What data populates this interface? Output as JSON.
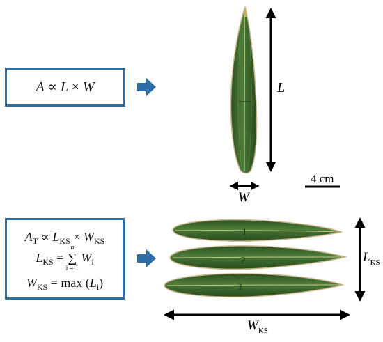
{
  "formula_top": {
    "A": "A",
    "prop": "∝",
    "L": "L",
    "times": "×",
    "W": "W"
  },
  "formula_bottom": {
    "line1": {
      "A": "A",
      "A_sub": "T",
      "prop": "∝",
      "L": "L",
      "L_sub": "KS",
      "times": "×",
      "W": "W",
      "W_sub": "KS"
    },
    "line2": {
      "L": "L",
      "L_sub": "KS",
      "eq": "=",
      "sum": "∑",
      "sum_upper": "n",
      "sum_lower": "i = 1",
      "W": "W",
      "W_sub": "i"
    },
    "line3": {
      "W": "W",
      "W_sub": "KS",
      "eq": "= max (",
      "L": "L",
      "L_sub": "i",
      "close": ")"
    }
  },
  "labels": {
    "length": "L",
    "width": "W",
    "scale": "4 cm",
    "ks_length_main": "L",
    "ks_length_sub": "KS",
    "ks_width_main": "W",
    "ks_width_sub": "KS",
    "leaf_mark_1": "1",
    "leaf_mark_2": "2",
    "leaf_mark_3": "3"
  },
  "colors": {
    "box_border": "#2e6ea6",
    "arrow_blue": "#2e6ea6",
    "leaf_green": "#3f6b2e",
    "leaf_dark": "#2f5222",
    "leaf_edge": "#c9b48a",
    "measure_black": "#000000"
  }
}
